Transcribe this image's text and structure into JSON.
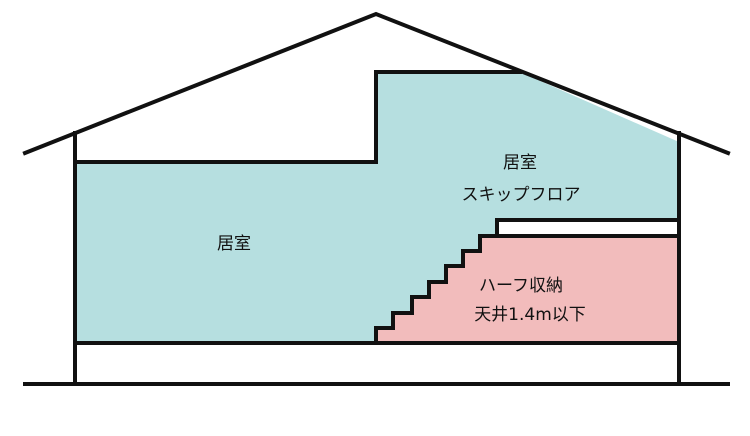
{
  "colors": {
    "room": "#b6dfe0",
    "storage": "#f2bcbc",
    "line": "#111111",
    "background": "#ffffff"
  },
  "labels": {
    "room_left": "居室",
    "skip_floor_line1": "居室",
    "skip_floor_line2": "スキップフロア",
    "storage_line1": "ハーフ収納",
    "storage_line2": "天井1.4m以下"
  }
}
